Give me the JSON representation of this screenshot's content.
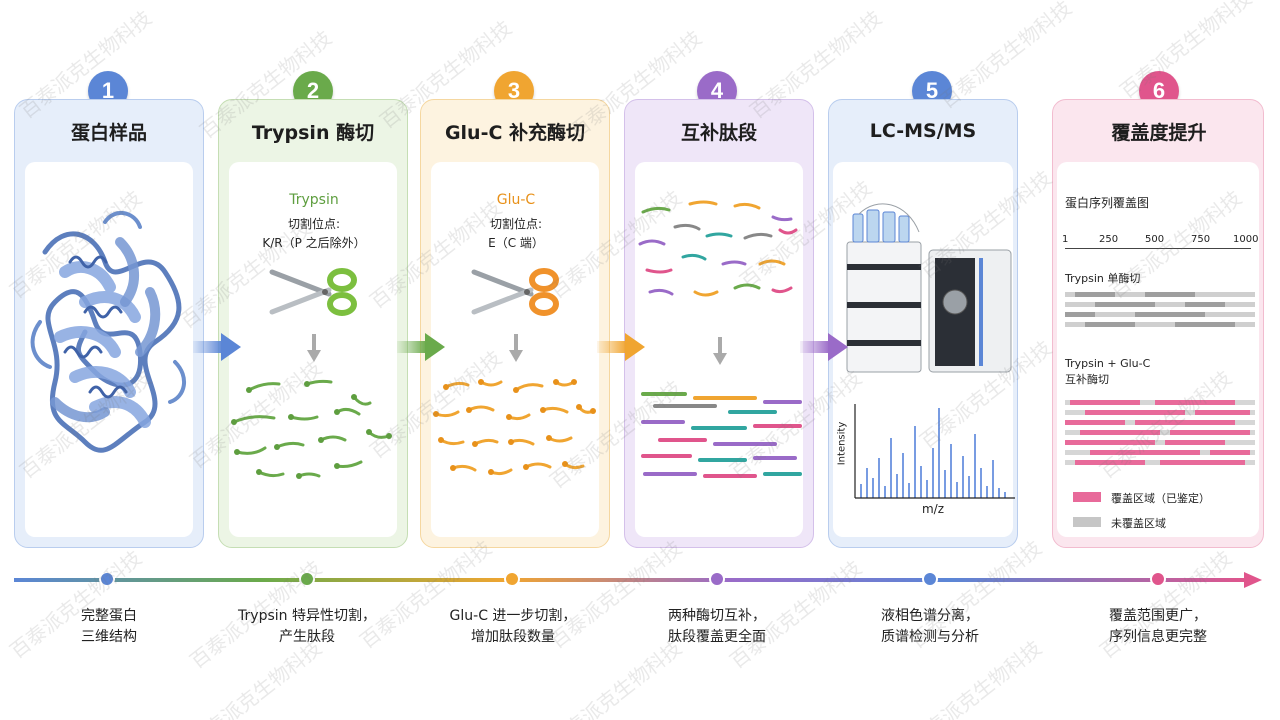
{
  "watermark": "百泰派克生物科技",
  "steps": [
    {
      "num": "1",
      "title": "蛋白样品",
      "color": "#5b86d6",
      "caption": [
        "完整蛋白",
        "三维结构"
      ]
    },
    {
      "num": "2",
      "title": "Trypsin 酶切",
      "color": "#6aaa4b",
      "caption": [
        "Trypsin 特异性切割，",
        "产生肽段"
      ]
    },
    {
      "num": "3",
      "title": "Glu-C 补充酶切",
      "color": "#f0a531",
      "caption": [
        "Glu-C 进一步切割，",
        "增加肽段数量"
      ]
    },
    {
      "num": "4",
      "title": "互补肽段",
      "color": "#9a6bc8",
      "caption": [
        "两种酶切互补，",
        "肽段覆盖更全面"
      ]
    },
    {
      "num": "5",
      "title": "LC-MS/MS",
      "color": "#5b86d6",
      "caption": [
        "液相色谱分离，",
        "质谱检测与分析"
      ]
    },
    {
      "num": "6",
      "title": "覆盖度提升",
      "color": "#e0558c",
      "caption": [
        "覆盖范围更广，",
        "序列信息更完整"
      ]
    }
  ],
  "trypsin": {
    "name": "Trypsin",
    "site_label": "切割位点:",
    "site": "K/R（P 之后除外）"
  },
  "gluc": {
    "name": "Glu-C",
    "site_label": "切割位点:",
    "site": "E（C 端）"
  },
  "ms": {
    "ylabel": "Intensity",
    "xlabel": "m/z"
  },
  "coverage": {
    "title": "蛋白序列覆盖图",
    "ticks": [
      "1",
      "250",
      "500",
      "750",
      "1000"
    ],
    "trypsin_label": "Trypsin 单酶切",
    "combo_label": [
      "Trypsin + Glu-C",
      "互补酶切"
    ],
    "legend_covered": "覆盖区域（已鉴定）",
    "legend_uncovered": "未覆盖区域",
    "covered_color": "#e86a9a",
    "uncovered_color": "#c6c6c6"
  }
}
